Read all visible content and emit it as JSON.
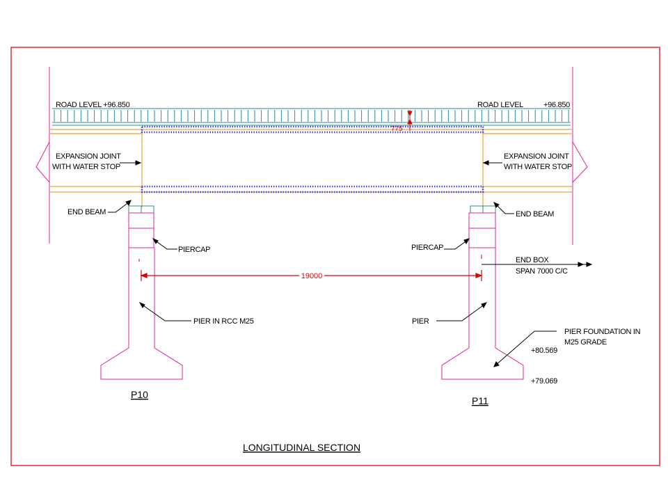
{
  "drawing": {
    "title": "LONGITUDINAL SECTION",
    "labels": {
      "road_level_left": "ROAD LEVEL  +96.850",
      "road_level_right_label": "ROAD LEVEL",
      "road_level_right_value": "+96.850",
      "deck_dim": "775",
      "expansion_left_1": "EXPANSION JOINT",
      "expansion_left_2": "WITH WATER STOP",
      "expansion_right_1": "EXPANSION JOINT",
      "expansion_right_2": "WITH WATER STOP",
      "end_beam_left": "END BEAM",
      "end_beam_right": "END BEAM",
      "piercap_left": "PIERCAP",
      "piercap_right": "PIERCAP",
      "end_box_1": "END BOX",
      "end_box_2": "SPAN 7000 C/C",
      "span_dim": "19000",
      "pier_left": "PIER IN RCC M25",
      "pier_right": "PIER",
      "foundation_1": "PIER FOUNDATION IN",
      "foundation_2": "M25 GRADE",
      "level_top": "+80.569",
      "level_bottom": "+79.069",
      "pier_p10": "P10",
      "pier_p11": "P11"
    },
    "colors": {
      "frame": "#e8282d",
      "deck_grid": "#2e8b8b",
      "structure": "#e0209a",
      "deck_lines": "#f0a030",
      "hatch": "#4040ff",
      "dimension": "#e00000",
      "leader": "#000000"
    }
  }
}
